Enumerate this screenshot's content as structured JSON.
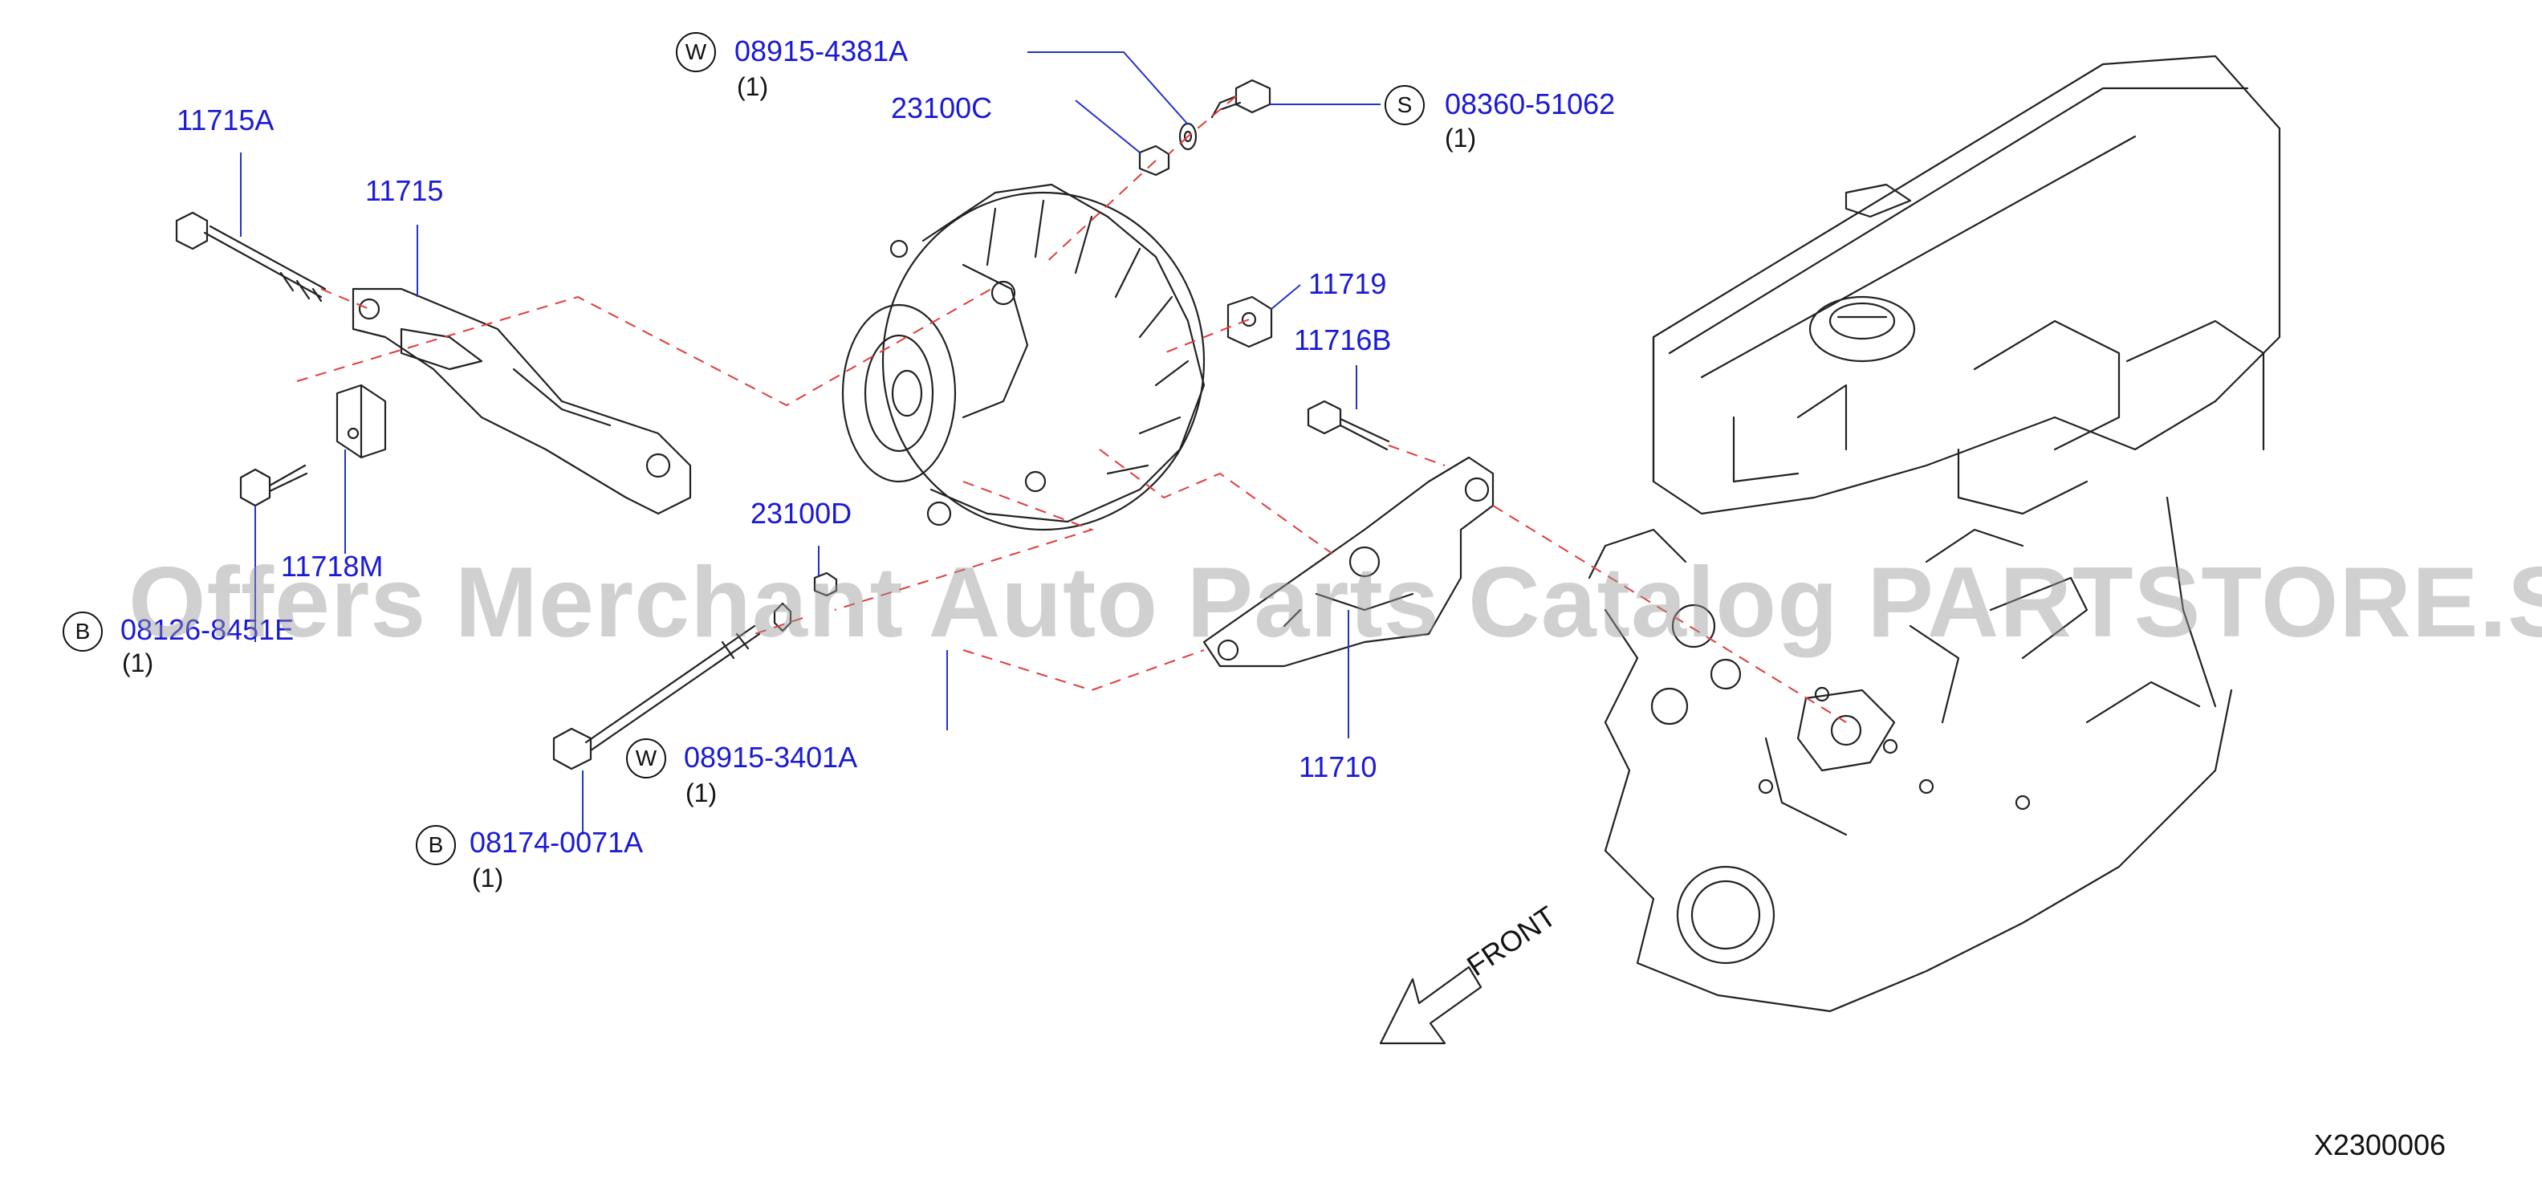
{
  "diagram_id": "X2300006",
  "watermark": "Offers Merchant Auto Parts Catalog PARTSTORE.SA",
  "direction_label": "FRONT",
  "parts": [
    {
      "id": "p-11715a",
      "number": "11715A"
    },
    {
      "id": "p-11715",
      "number": "11715"
    },
    {
      "id": "p-11718m",
      "number": "11718M"
    },
    {
      "id": "p-08126",
      "code": "B",
      "number": "08126-8451E",
      "qty": "(1)"
    },
    {
      "id": "p-23100c",
      "number": "23100C"
    },
    {
      "id": "p-08915-4381",
      "code": "W",
      "number": "08915-4381A",
      "qty": "(1)"
    },
    {
      "id": "p-08360",
      "code": "S",
      "number": "08360-51062",
      "qty": "(1)"
    },
    {
      "id": "p-11719",
      "number": "11719"
    },
    {
      "id": "p-11716b",
      "number": "11716B"
    },
    {
      "id": "p-23100d",
      "number": "23100D"
    },
    {
      "id": "p-08915-3401",
      "code": "W",
      "number": "08915-3401A",
      "qty": "(1)"
    },
    {
      "id": "p-08174",
      "code": "B",
      "number": "08174-0071A",
      "qty": "(1)"
    },
    {
      "id": "p-11710",
      "number": "11710"
    }
  ]
}
